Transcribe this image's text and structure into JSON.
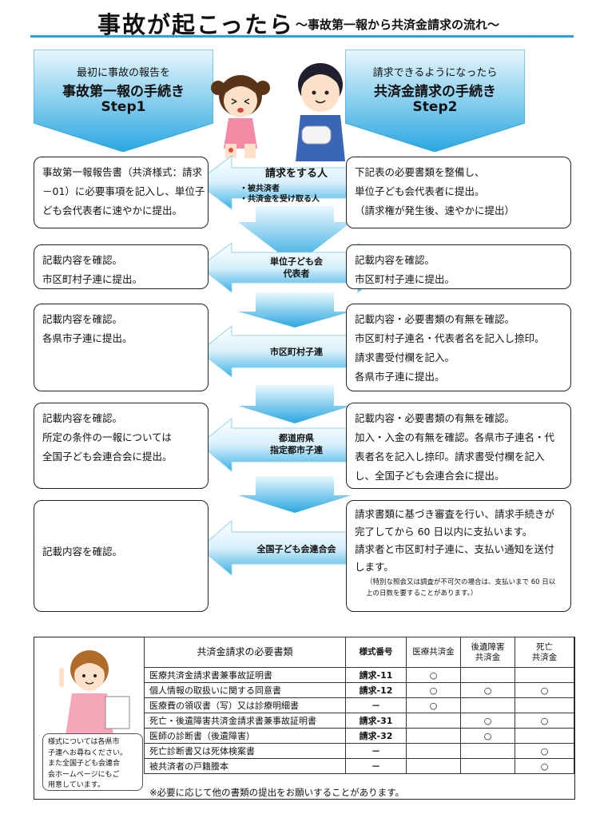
{
  "header": {
    "title": "事故が起こったら",
    "subtitle": "～事故第一報から共済金請求の流れ～"
  },
  "step1": {
    "line1": "最初に事故の報告を",
    "line2": "事故第一報の手続き",
    "line3": "Step1"
  },
  "step2": {
    "line1": "請求できるようになったら",
    "line2": "共済金請求の手続き",
    "line3": "Step2"
  },
  "colors": {
    "accent": "#2aa3dc",
    "arrow_light": "#e6f6fd",
    "arrow_dark": "#29a8e0"
  },
  "rows": [
    {
      "left": [
        "事故第一報報告書（共済様式：請求",
        "－01）に必要事項を記入し、単位子",
        "ども会代表者に速やかに提出。"
      ],
      "center_title": "請求をする人",
      "center_items": [
        "・被共済者",
        "・共済金を受け取る人"
      ],
      "right": [
        "下記表の必要書類を整備し、",
        "単位子ども会代表者に提出。",
        "（請求権が発生後、速やかに提出）"
      ]
    },
    {
      "left": [
        "記載内容を確認。",
        "市区町村子連に提出。"
      ],
      "center": [
        "単位子ども会",
        "代表者"
      ],
      "right": [
        "記載内容を確認。",
        "市区町村子連に提出。"
      ]
    },
    {
      "left": [
        "記載内容を確認。",
        "各県市子連に提出。"
      ],
      "center": [
        "市区町村子連"
      ],
      "right": [
        "記載内容・必要書類の有無を確認。",
        "市区町村子連名・代表者名を記入し捺印。",
        "請求書受付欄を記入。",
        "各県市子連に提出。"
      ]
    },
    {
      "left": [
        "記載内容を確認。",
        "所定の条件の一報については",
        "全国子ども会連合会に提出。"
      ],
      "center": [
        "都道府県",
        "指定都市子連"
      ],
      "right": [
        "記載内容・必要書類の有無を確認。",
        "加入・入金の有無を確認。各県市子連名・代",
        "表者名を記入し捺印。請求書受付欄を記入",
        "し、全国子ども会連合会に提出。"
      ]
    },
    {
      "left": [
        "記載内容を確認。"
      ],
      "center": [
        "全国子ども会連合会"
      ],
      "right": [
        "請求書類に基づき審査を行い、請求手続きが",
        "完了してから 60 日以内に支払います。",
        "請求者と市区町村子連に、支払い通知を送付",
        "します。"
      ],
      "right_note": [
        "（特別な照会又は調査が不可欠の場合は、支払いまで 60 日以",
        "上の日数を要することがあります。）"
      ]
    }
  ],
  "table": {
    "headers": [
      "共済金請求の必要書類",
      "様式番号",
      "医療共済金",
      "後遺障害\n共済金",
      "死亡\n共済金"
    ],
    "rows": [
      {
        "name": "医療共済金請求書兼事故証明書",
        "form": "請求-11",
        "c1": "○",
        "c2": "",
        "c3": ""
      },
      {
        "name": "個人情報の取扱いに関する同意書",
        "form": "請求-12",
        "c1": "○",
        "c2": "○",
        "c3": "○"
      },
      {
        "name": "医療費の領収書（写）又は診療明細書",
        "form": "－",
        "c1": "○",
        "c2": "",
        "c3": ""
      },
      {
        "name": "死亡・後遺障害共済金請求書兼事故証明書",
        "form": "請求-31",
        "c1": "",
        "c2": "○",
        "c3": "○"
      },
      {
        "name": "医師の診断書（後遺障害）",
        "form": "請求-32",
        "c1": "",
        "c2": "○",
        "c3": ""
      },
      {
        "name": "死亡診断書又は死体検案書",
        "form": "－",
        "c1": "",
        "c2": "",
        "c3": "○"
      },
      {
        "name": "被共済者の戸籍謄本",
        "form": "－",
        "c1": "",
        "c2": "",
        "c3": "○"
      }
    ],
    "footnote": "※必要に応じて他の書類の提出をお願いすることがあります。"
  },
  "side_note": [
    "様式については各県市",
    "子連へお尋ねください。",
    "また全国子ども会連合",
    "会ホームページにもご",
    "用意しています。"
  ]
}
